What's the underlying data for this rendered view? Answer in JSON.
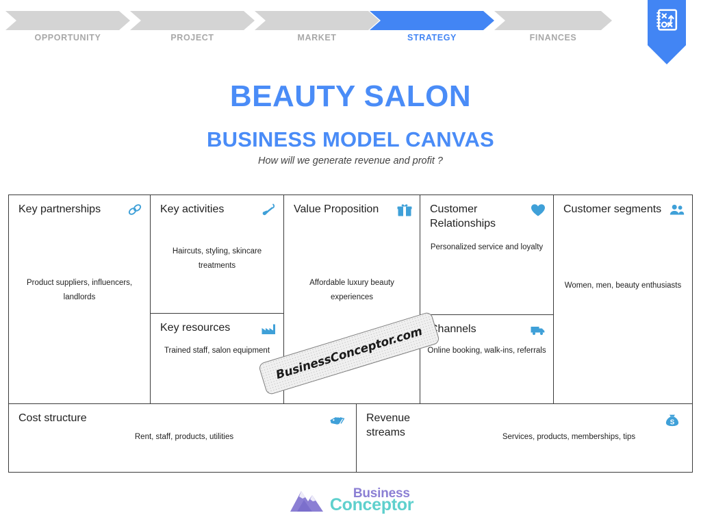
{
  "nav": {
    "steps": [
      {
        "label": "OPPORTUNITY",
        "active": false
      },
      {
        "label": "PROJECT",
        "active": false
      },
      {
        "label": "MARKET",
        "active": false
      },
      {
        "label": "STRATEGY",
        "active": true
      },
      {
        "label": "FINANCES",
        "active": false
      }
    ],
    "marker_icon": "strategy-playbook-icon",
    "active_color": "#4285f4",
    "inactive_color": "#d4d4d4",
    "inactive_label_color": "#a8a8a8"
  },
  "header": {
    "title": "BEAUTY SALON",
    "subtitle": "BUSINESS MODEL CANVAS",
    "question": "How will we generate revenue and profit ?",
    "title_color": "#4a8cf7"
  },
  "canvas": {
    "key_partnerships": {
      "title": "Key partnerships",
      "icon": "chain-link-icon",
      "body": "Product suppliers, influencers, landlords"
    },
    "key_activities": {
      "title": "Key activities",
      "icon": "shovel-icon",
      "body": "Haircuts, styling, skincare treatments"
    },
    "key_resources": {
      "title": "Key resources",
      "icon": "factory-icon",
      "body": "Trained staff, salon equipment"
    },
    "value_proposition": {
      "title": "Value Proposition",
      "icon": "gift-icon",
      "body": "Affordable luxury beauty experiences"
    },
    "customer_relationships": {
      "title": "Customer Relationships",
      "icon": "heart-icon",
      "body": "Personalized service and loyalty"
    },
    "channels": {
      "title": "Channels",
      "icon": "delivery-truck-icon",
      "body": "Online booking, walk-ins, referrals"
    },
    "customer_segments": {
      "title": "Customer segments",
      "icon": "people-group-icon",
      "body": "Women, men, beauty enthusiasts"
    },
    "cost_structure": {
      "title": "Cost structure",
      "icon": "price-tag-icon",
      "body": "Rent, staff, products, utilities"
    },
    "revenue_streams": {
      "title": "Revenue streams",
      "icon": "money-bag-icon",
      "body": "Services, products, memberships, tips"
    },
    "icon_color": "#4a9fd0"
  },
  "watermark": {
    "text": "BusinessConceptor.com"
  },
  "footer": {
    "logo_top": "Business",
    "logo_bottom": "Conceptor",
    "logo_icon": "mountain-logo-icon",
    "top_color": "#8b7fd4",
    "bottom_color": "#5ed0cd"
  }
}
